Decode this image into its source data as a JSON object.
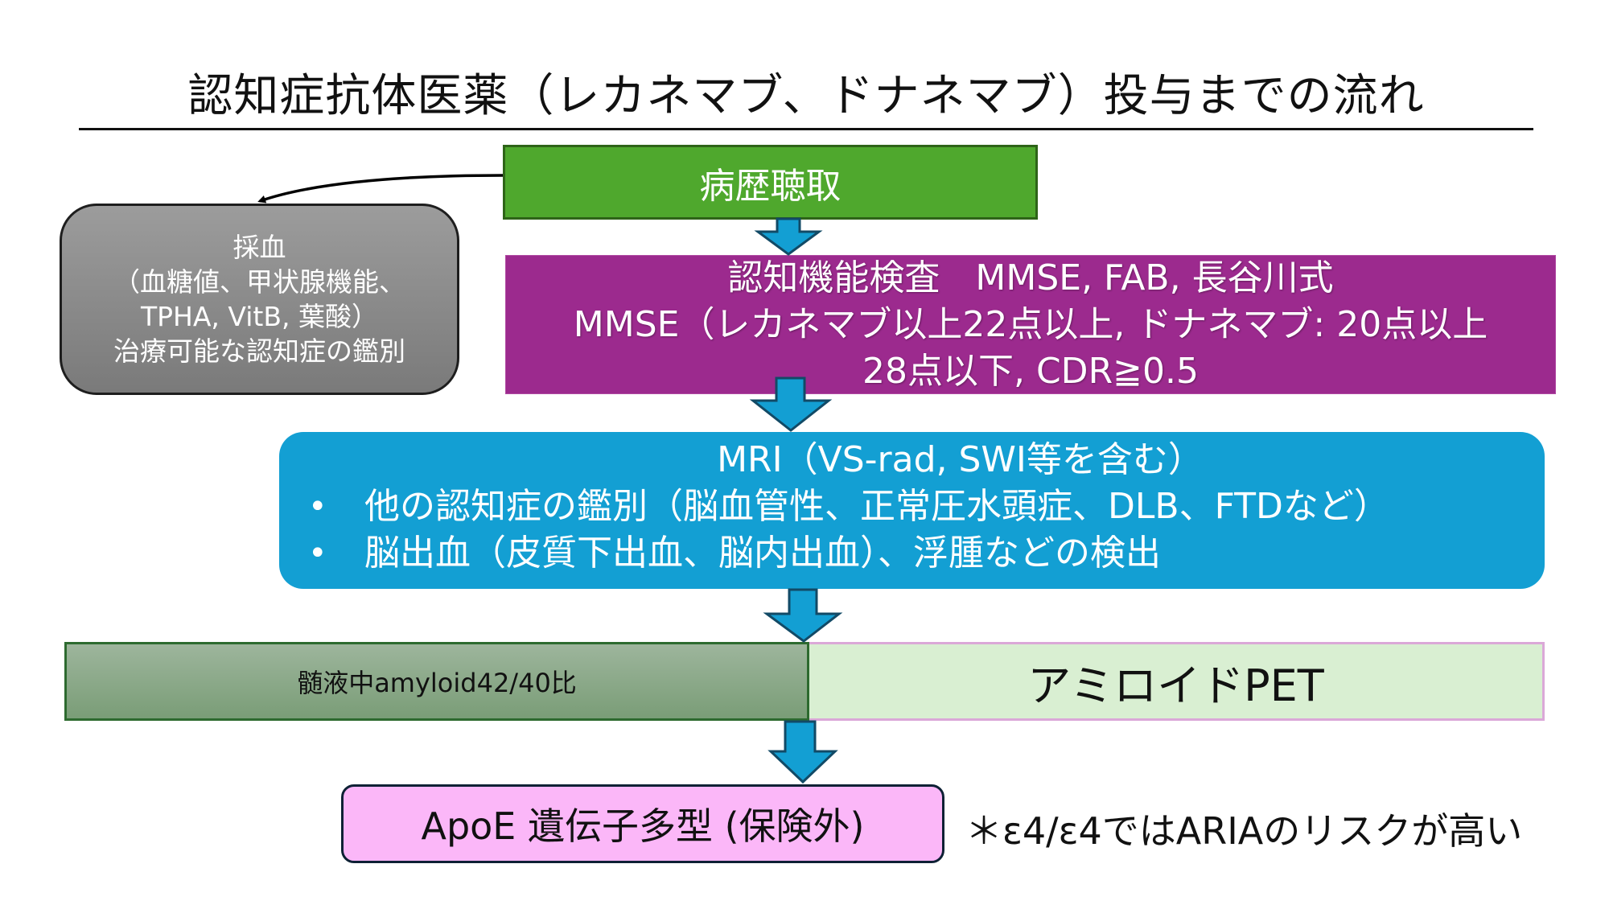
{
  "title": "認知症抗体医薬（レカネマブ、ドナネマブ）投与までの流れ",
  "colors": {
    "history": "#4fa82d",
    "blood_test": "#8a8a8a",
    "cognitive": "#9c2a8e",
    "mri": "#139fd3",
    "csf": "#8aa887",
    "pet": "#d9efd2",
    "apoe": "#fbb7f8",
    "arrow": "#139fd3"
  },
  "steps": {
    "history": {
      "label": "病歴聴取"
    },
    "blood_test": {
      "lines": [
        "採血",
        "（血糖値、甲状腺機能、",
        "TPHA, VitB, 葉酸）",
        "治療可能な認知症の鑑別"
      ]
    },
    "cognitive": {
      "lines": [
        "認知機能検査　MMSE, FAB, 長谷川式",
        "MMSE（レカネマブ以上22点以上, ドナネマブ: 20点以上",
        "28点以下, CDR≧0.5"
      ]
    },
    "mri": {
      "heading": "MRI（VS-rad, SWI等を含む）",
      "bullet_symbol": "•",
      "bullets": [
        "他の認知症の鑑別（脳血管性、正常圧水頭症、DLB、FTDなど）",
        "脳出血（皮質下出血、脳内出血）、浮腫などの検出"
      ]
    },
    "amyloid": {
      "csf": "髄液中amyloid42/40比",
      "pet": "アミロイドPET"
    },
    "apoe": {
      "label": "ApoE 遺伝子多型 (保険外)",
      "note": "＊ε4/ε4ではARIAのリスクが高い"
    }
  },
  "connectors": [
    {
      "from": "history",
      "to": "blood_test",
      "type": "curved-arrow"
    },
    {
      "from": "history",
      "to": "cognitive",
      "type": "block-arrow"
    },
    {
      "from": "cognitive",
      "to": "mri",
      "type": "block-arrow"
    },
    {
      "from": "mri",
      "to": "amyloid",
      "type": "block-arrow"
    },
    {
      "from": "amyloid",
      "to": "apoe",
      "type": "block-arrow"
    }
  ]
}
